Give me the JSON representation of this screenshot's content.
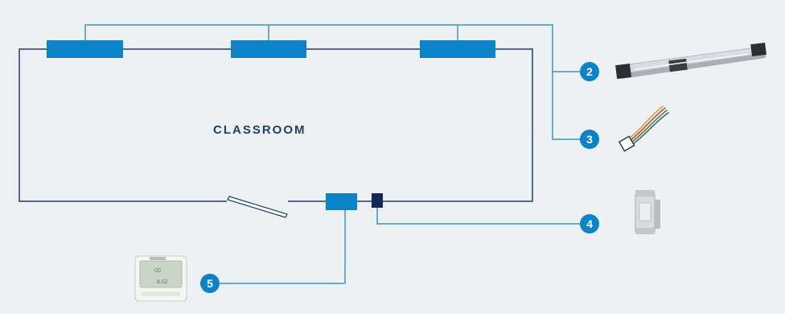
{
  "diagram": {
    "room_label": "CLASSROOM",
    "badges": [
      {
        "number": "2"
      },
      {
        "number": "3"
      },
      {
        "number": "4"
      },
      {
        "number": "5"
      }
    ],
    "thermostat_readout": {
      "line1": "00",
      "line2": "8.02"
    }
  },
  "colors": {
    "background": "#eef1f4",
    "wall_line": "#1c3f6e",
    "device_blue": "#0a83c9",
    "wire_blue": "#3a96cf",
    "badge_blue": "#0a83c9",
    "sensor_navy": "#14285a"
  },
  "icons": [
    "window-actuator-icon",
    "wiring-harness-icon",
    "din-rail-module-icon",
    "thermostat-icon"
  ]
}
